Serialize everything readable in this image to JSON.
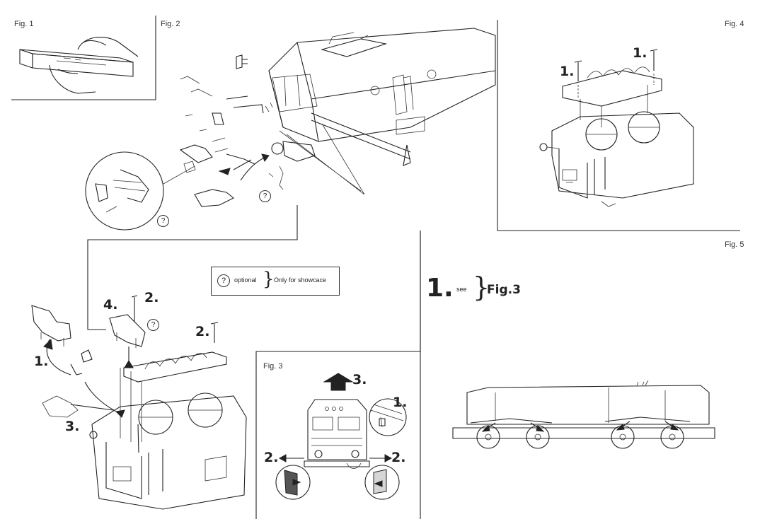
{
  "figures": {
    "fig1": "Fig. 1",
    "fig2": "Fig. 2",
    "fig3": "Fig. 3",
    "fig4": "Fig. 4",
    "fig5": "Fig. 5"
  },
  "legend": {
    "optional_symbol": "?",
    "optional_label": "optional",
    "brace": "}",
    "showcase_label": "Only for showcace"
  },
  "steps": {
    "s1": "1.",
    "s2": "2.",
    "s3": "3.",
    "s4": "4."
  },
  "fig5_ref": {
    "step": "1.",
    "see": "see",
    "brace": "}",
    "target": "Fig.3"
  },
  "optional_marker": "?"
}
